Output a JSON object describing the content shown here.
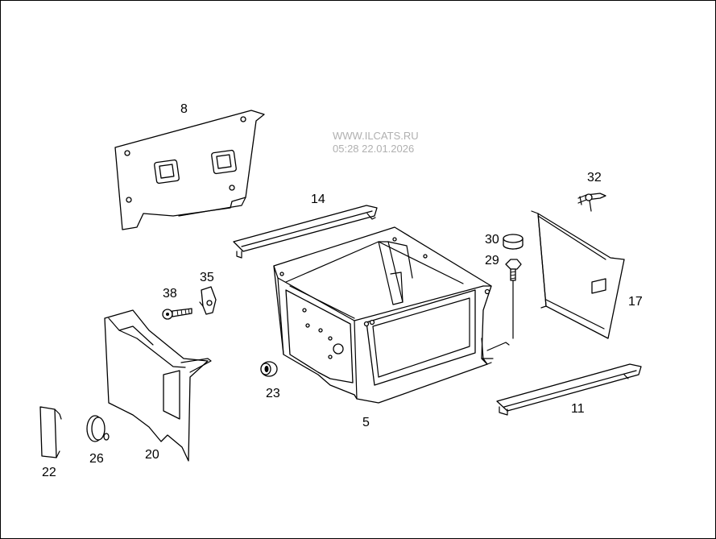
{
  "watermark": {
    "site": "WWW.ILCATS.RU",
    "timestamp": "05:28 22.01.2026"
  },
  "callouts": {
    "p8": "8",
    "p14": "14",
    "p32": "32",
    "p30": "30",
    "p29": "29",
    "p17": "17",
    "p35": "35",
    "p38": "38",
    "p23": "23",
    "p5": "5",
    "p11": "11",
    "p20": "20",
    "p22": "22",
    "p26": "26"
  }
}
